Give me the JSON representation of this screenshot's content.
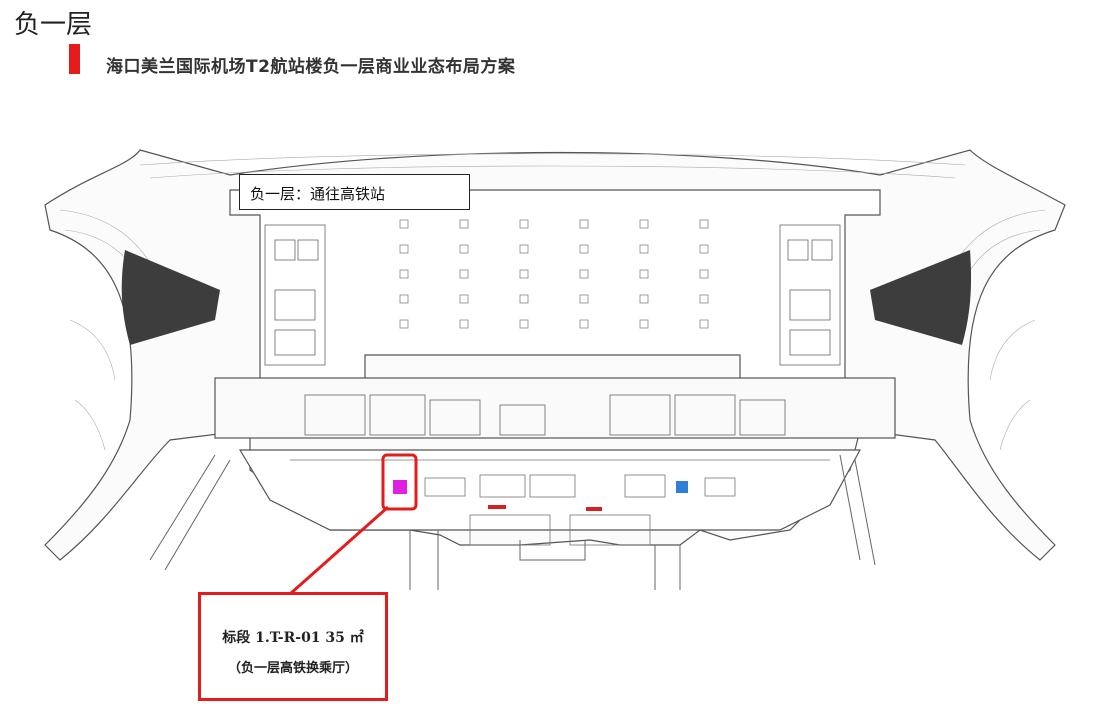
{
  "header": {
    "floor_label": "负一层",
    "title": "海口美兰国际机场T2航站楼负一层商业业态布局方案",
    "accent_color": "#e41c1c"
  },
  "note": {
    "text": "负一层：通往高铁站"
  },
  "callout": {
    "line1": "标段 1.T-R-01 35 ㎡",
    "line2": "（负一层高铁换乘厅）",
    "color": "#e41c1c"
  },
  "colors": {
    "highlight_magenta": "#e020e0",
    "highlight_blue": "#2f7fd8",
    "dark_zone": "#3d3d3d",
    "red_marker": "#d42020"
  }
}
